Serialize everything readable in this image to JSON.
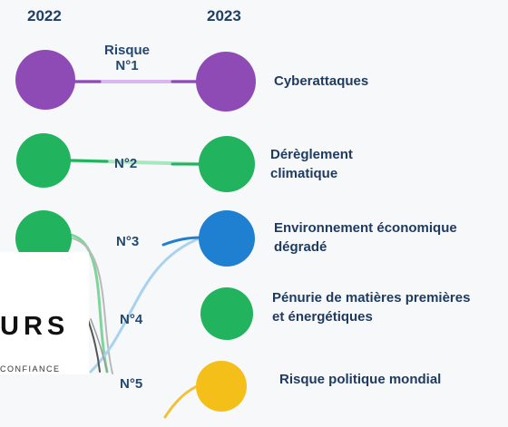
{
  "header": {
    "year_left": "2022",
    "year_right": "2023"
  },
  "colors": {
    "purple": "#8e4bb5",
    "green": "#22b35e",
    "blue": "#1f7fd0",
    "yellow": "#f5bf1a",
    "line_blue": "#a9d2ef"
  },
  "risks": [
    {
      "rank_label": "Risque N°1",
      "name": "Cyberattaques",
      "color": "purple"
    },
    {
      "rank_label": "N°2",
      "name": "Dérèglement climatique",
      "color": "green"
    },
    {
      "rank_label": "N°3",
      "name": "Environnement économique dégradé",
      "color": "blue"
    },
    {
      "rank_label": "N°4",
      "name": "Pénurie de matières premières et énergétiques",
      "color": "green"
    },
    {
      "rank_label": "N°5",
      "name": "Risque politique mondial",
      "color": "yellow"
    }
  ],
  "logo": {
    "word": "URS",
    "sub": "CONFIANCE"
  }
}
